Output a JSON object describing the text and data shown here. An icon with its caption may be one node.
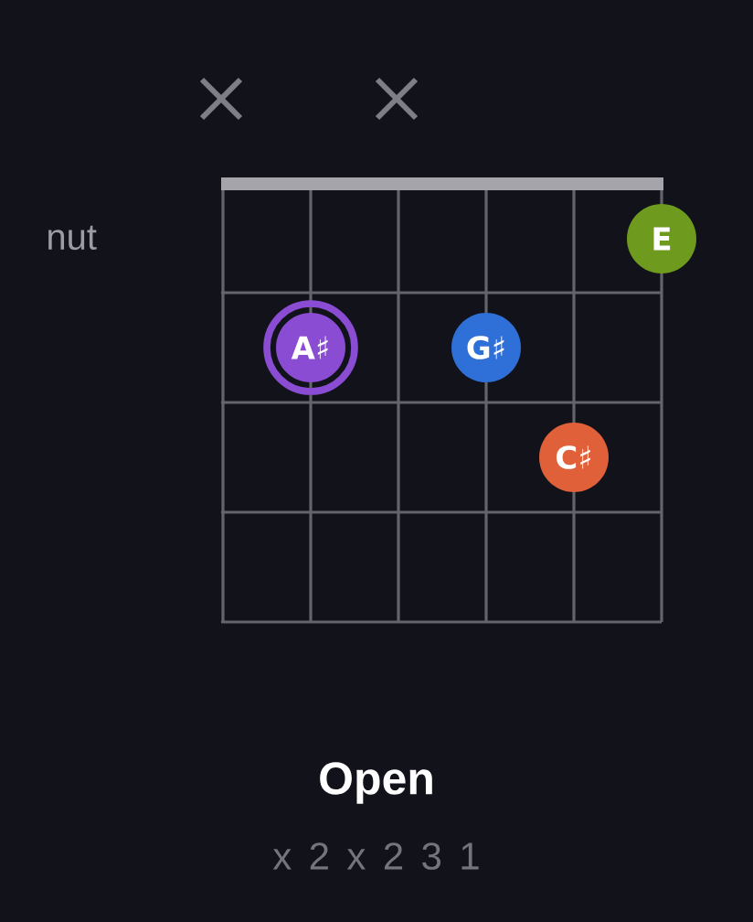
{
  "diagram": {
    "title": "Open",
    "nodes": [
      {
        "text": [
          "E"
        ]
      },
      {
        "text": [
          "A♯"
        ]
      },
      {
        "text": [
          "G♯"
        ]
      },
      {
        "text": [
          "C♯"
        ]
      }
    ],
    "labels": [
      "nut",
      "x 2 x 2 3 1"
    ]
  }
}
